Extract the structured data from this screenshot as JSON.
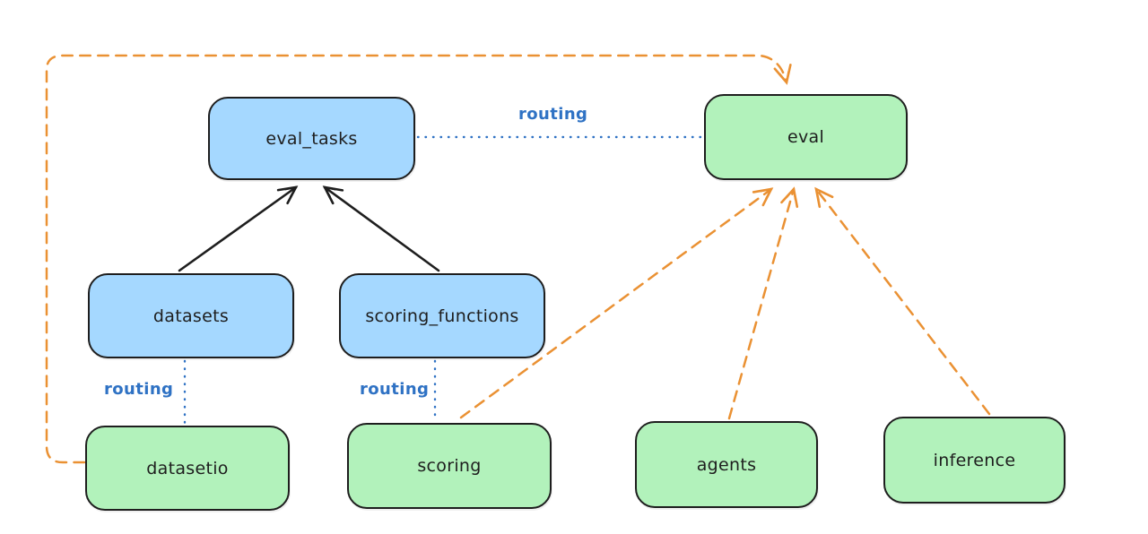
{
  "diagram": {
    "title": "",
    "background_color": "#ffffff",
    "colors": {
      "provider_node_fill": "#a5d8ff",
      "api_node_fill": "#b2f2bb",
      "node_stroke": "#1e1e1e",
      "routing_line": "#2f72c4",
      "dependency_line": "#ea9133",
      "inheritance_line": "#1e1e1e"
    },
    "nodes": [
      {
        "id": "eval_tasks",
        "label": "eval_tasks",
        "color": "blue"
      },
      {
        "id": "eval",
        "label": "eval",
        "color": "green"
      },
      {
        "id": "datasets",
        "label": "datasets",
        "color": "blue"
      },
      {
        "id": "scoring_functions",
        "label": "scoring_functions",
        "color": "blue"
      },
      {
        "id": "datasetio",
        "label": "datasetio",
        "color": "green"
      },
      {
        "id": "scoring",
        "label": "scoring",
        "color": "green"
      },
      {
        "id": "agents",
        "label": "agents",
        "color": "green"
      },
      {
        "id": "inference",
        "label": "inference",
        "color": "green"
      }
    ],
    "edges": [
      {
        "from": "datasets",
        "to": "eval_tasks",
        "style": "solid",
        "arrow": true,
        "color": "black",
        "label": ""
      },
      {
        "from": "scoring_functions",
        "to": "eval_tasks",
        "style": "solid",
        "arrow": true,
        "color": "black",
        "label": ""
      },
      {
        "from": "eval_tasks",
        "to": "eval",
        "style": "dotted",
        "arrow": false,
        "color": "blue",
        "label": "routing"
      },
      {
        "from": "datasets",
        "to": "datasetio",
        "style": "dotted",
        "arrow": false,
        "color": "blue",
        "label": "routing"
      },
      {
        "from": "scoring_functions",
        "to": "scoring",
        "style": "dotted",
        "arrow": false,
        "color": "blue",
        "label": "routing"
      },
      {
        "from": "datasetio",
        "to": "eval",
        "style": "dashed",
        "arrow": true,
        "color": "orange",
        "label": ""
      },
      {
        "from": "scoring",
        "to": "eval",
        "style": "dashed",
        "arrow": true,
        "color": "orange",
        "label": ""
      },
      {
        "from": "agents",
        "to": "eval",
        "style": "dashed",
        "arrow": true,
        "color": "orange",
        "label": ""
      },
      {
        "from": "inference",
        "to": "eval",
        "style": "dashed",
        "arrow": true,
        "color": "orange",
        "label": ""
      }
    ]
  }
}
